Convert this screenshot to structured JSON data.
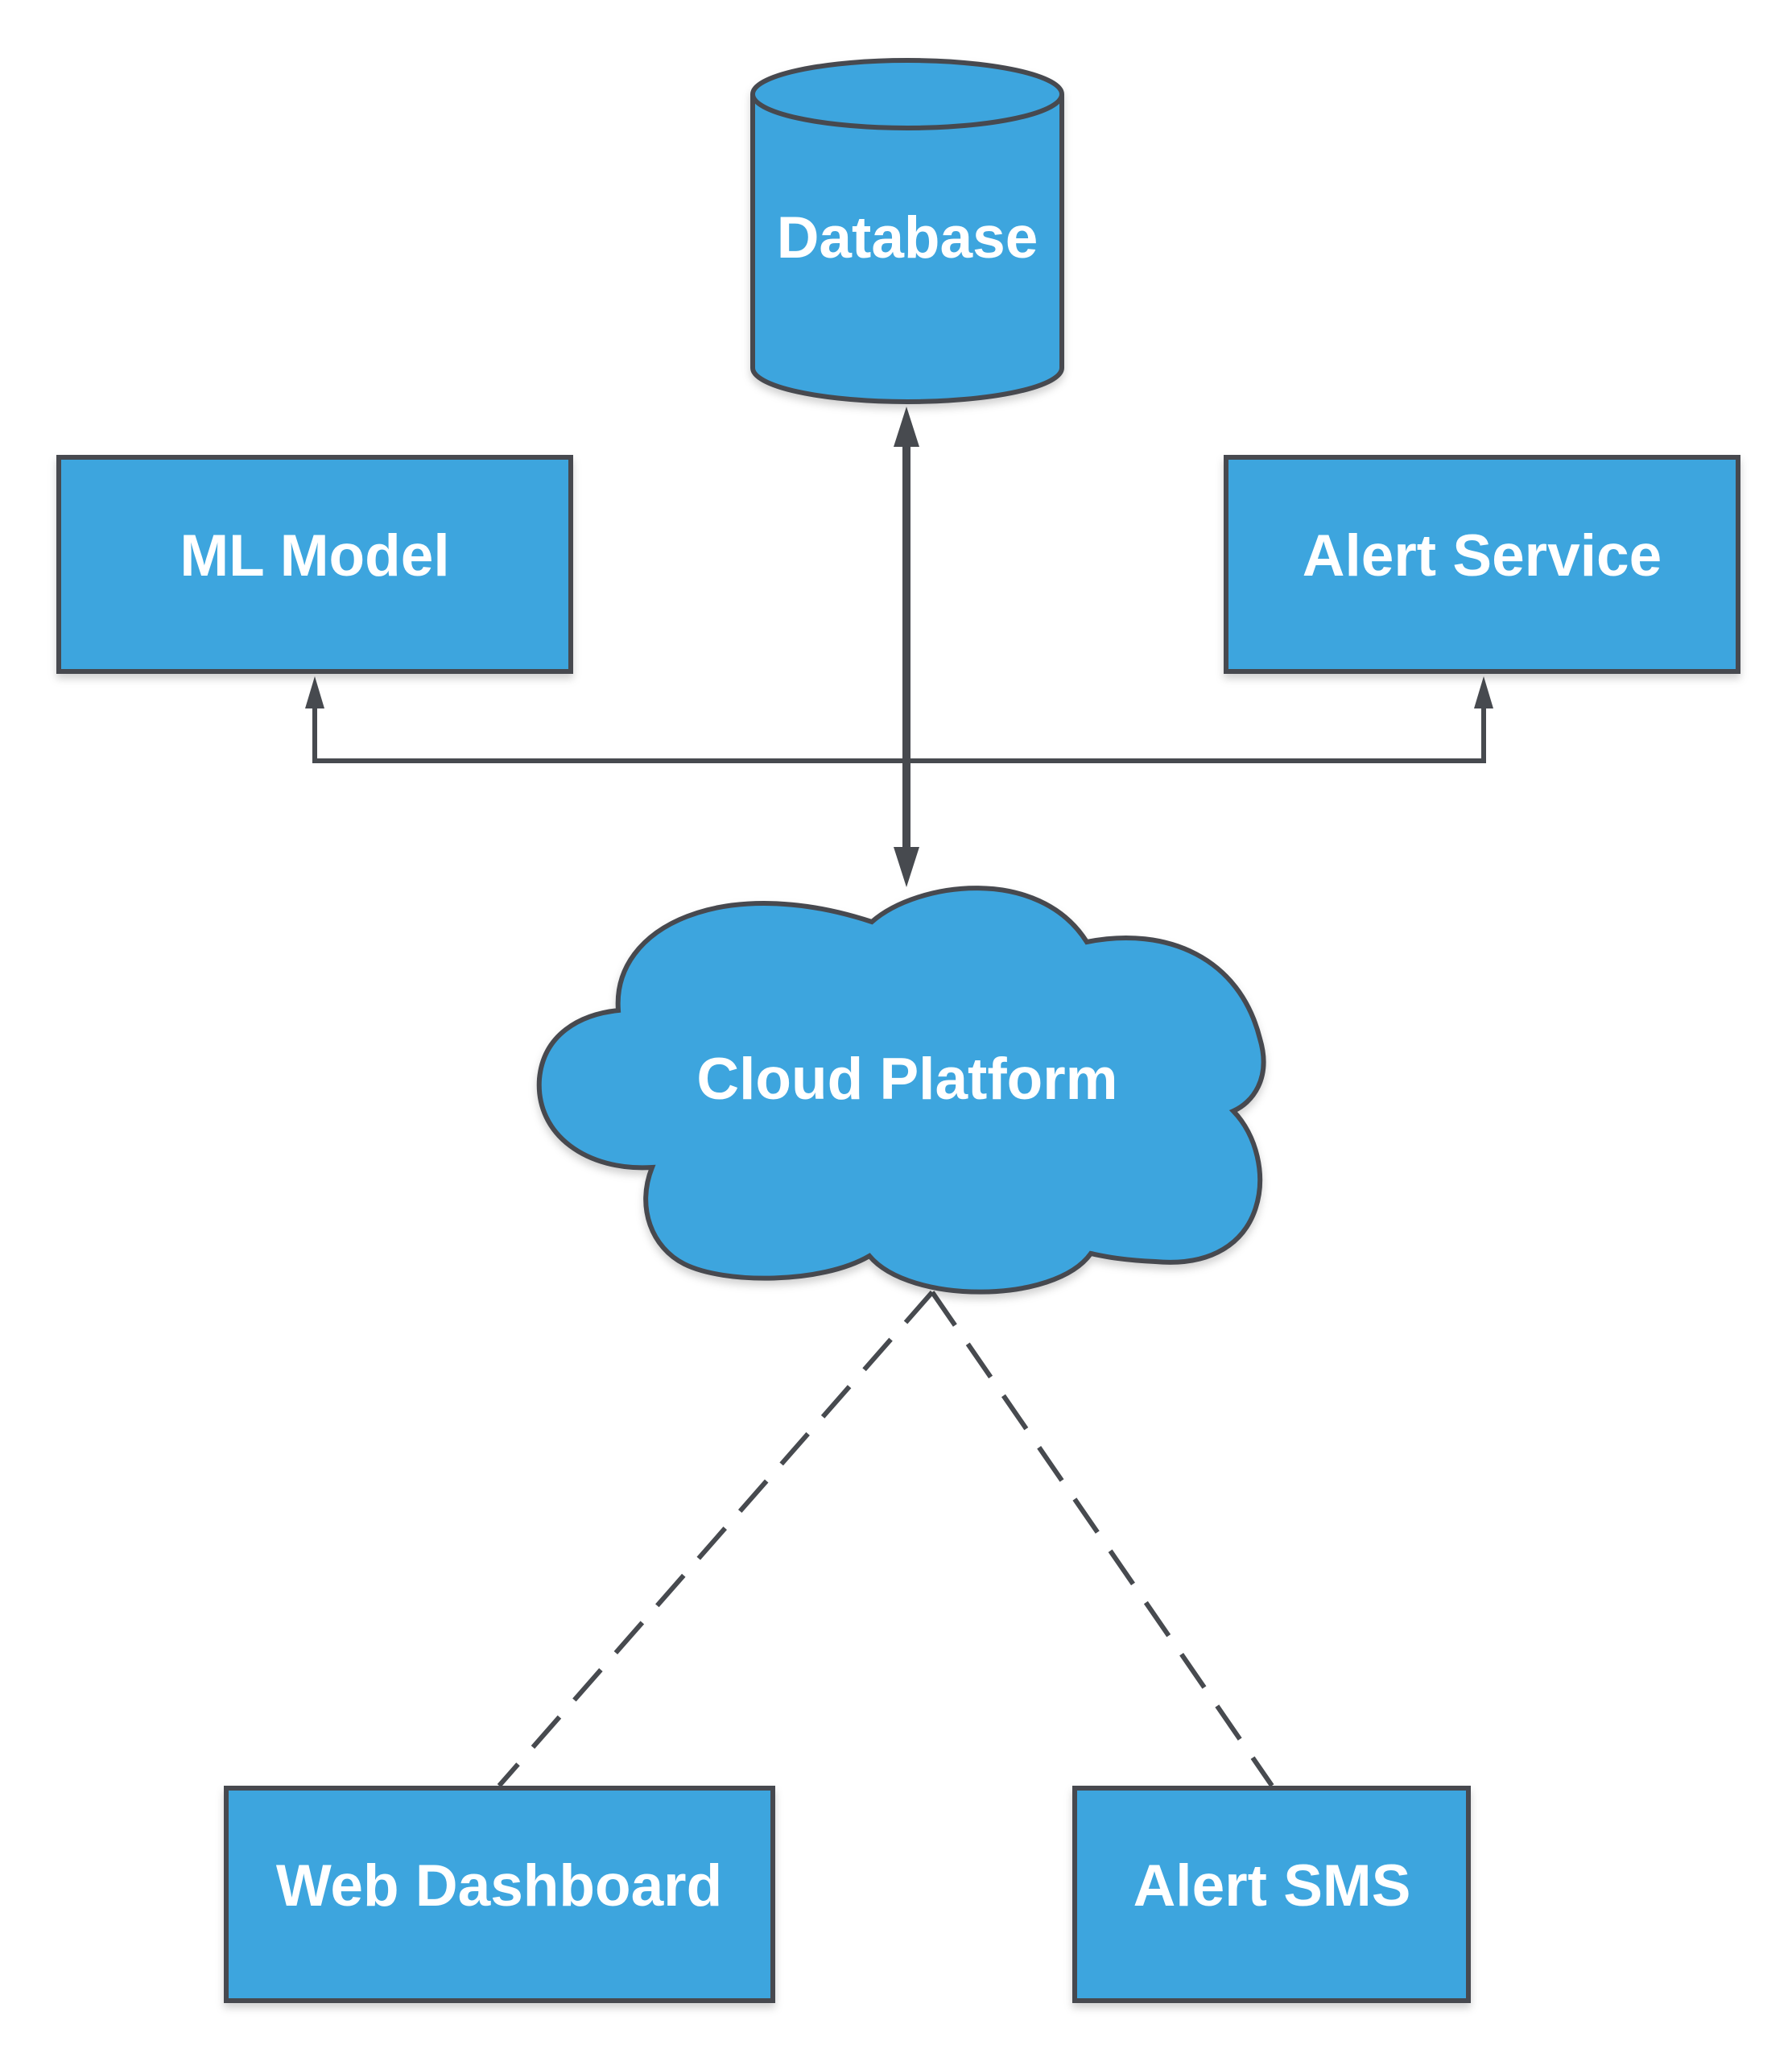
{
  "colors": {
    "node_fill": "#3ea5de",
    "stroke": "#474a4f",
    "label": "#ffffff",
    "background": "#ffffff"
  },
  "nodes": {
    "database": {
      "label": "Database",
      "shape": "cylinder"
    },
    "ml_model": {
      "label": "ML Model",
      "shape": "rectangle"
    },
    "alert_service": {
      "label": "Alert Service",
      "shape": "rectangle"
    },
    "cloud_platform": {
      "label": "Cloud Platform",
      "shape": "cloud"
    },
    "web_dashboard": {
      "label": "Web Dashboard",
      "shape": "rectangle"
    },
    "alert_sms": {
      "label": "Alert SMS",
      "shape": "rectangle"
    }
  },
  "edges": [
    {
      "from": "cloud_platform",
      "to": "database",
      "style": "solid",
      "arrow": "both"
    },
    {
      "from": "cloud_platform",
      "to": "ml_model",
      "style": "solid",
      "arrow": "end"
    },
    {
      "from": "cloud_platform",
      "to": "alert_service",
      "style": "solid",
      "arrow": "end"
    },
    {
      "from": "cloud_platform",
      "to": "web_dashboard",
      "style": "dashed",
      "arrow": "none"
    },
    {
      "from": "cloud_platform",
      "to": "alert_sms",
      "style": "dashed",
      "arrow": "none"
    }
  ]
}
